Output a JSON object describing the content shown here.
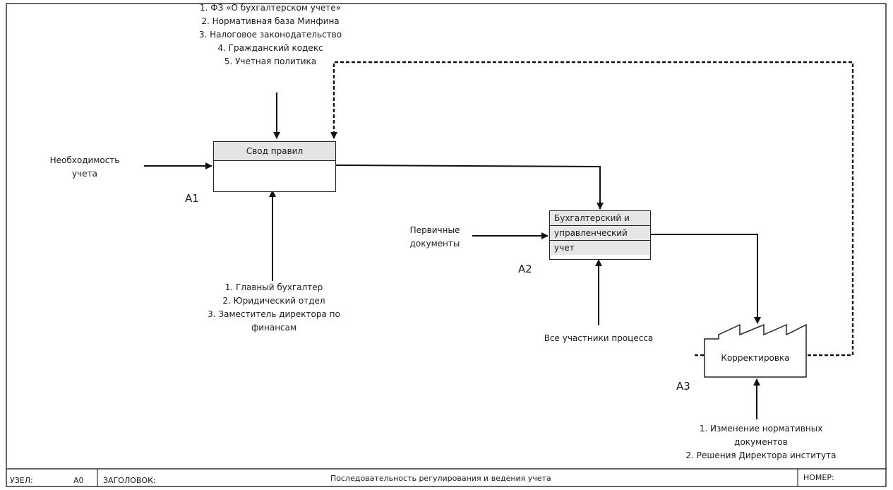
{
  "controls_a1": [
    "1. ФЗ «О бухгалтерском учете»",
    "2. Нормативная база Минфина",
    "3. Налоговое законодательство",
    "4. Гражданский кодекс",
    "5. Учетная политика"
  ],
  "input_a1": [
    "Необходимость",
    "учета"
  ],
  "a1": {
    "title": "Свод правил",
    "node": "А1"
  },
  "mechanisms_a1": [
    "1. Главный бухгалтер",
    "2. Юридический отдел",
    "3. Заместитель директора по",
    "финансам"
  ],
  "input_a2": [
    "Первичные",
    "документы"
  ],
  "a2": {
    "rows": [
      "Бухгалтерский и",
      "управленческий",
      "учет"
    ],
    "node": "А2"
  },
  "mechanism_a2": "Все участники процесса",
  "a3": {
    "title": "Корректировка",
    "node": "А3"
  },
  "mechanisms_a3": [
    "1. Изменение нормативных",
    "документов",
    "2. Решения Директора института"
  ],
  "footer": {
    "node_label": "УЗЕЛ:",
    "node_value": "А0",
    "title_label": "ЗАГОЛОВОК:",
    "title_value": "Последовательность регулирования и ведения учета",
    "number_label": "НОМЕР:"
  }
}
